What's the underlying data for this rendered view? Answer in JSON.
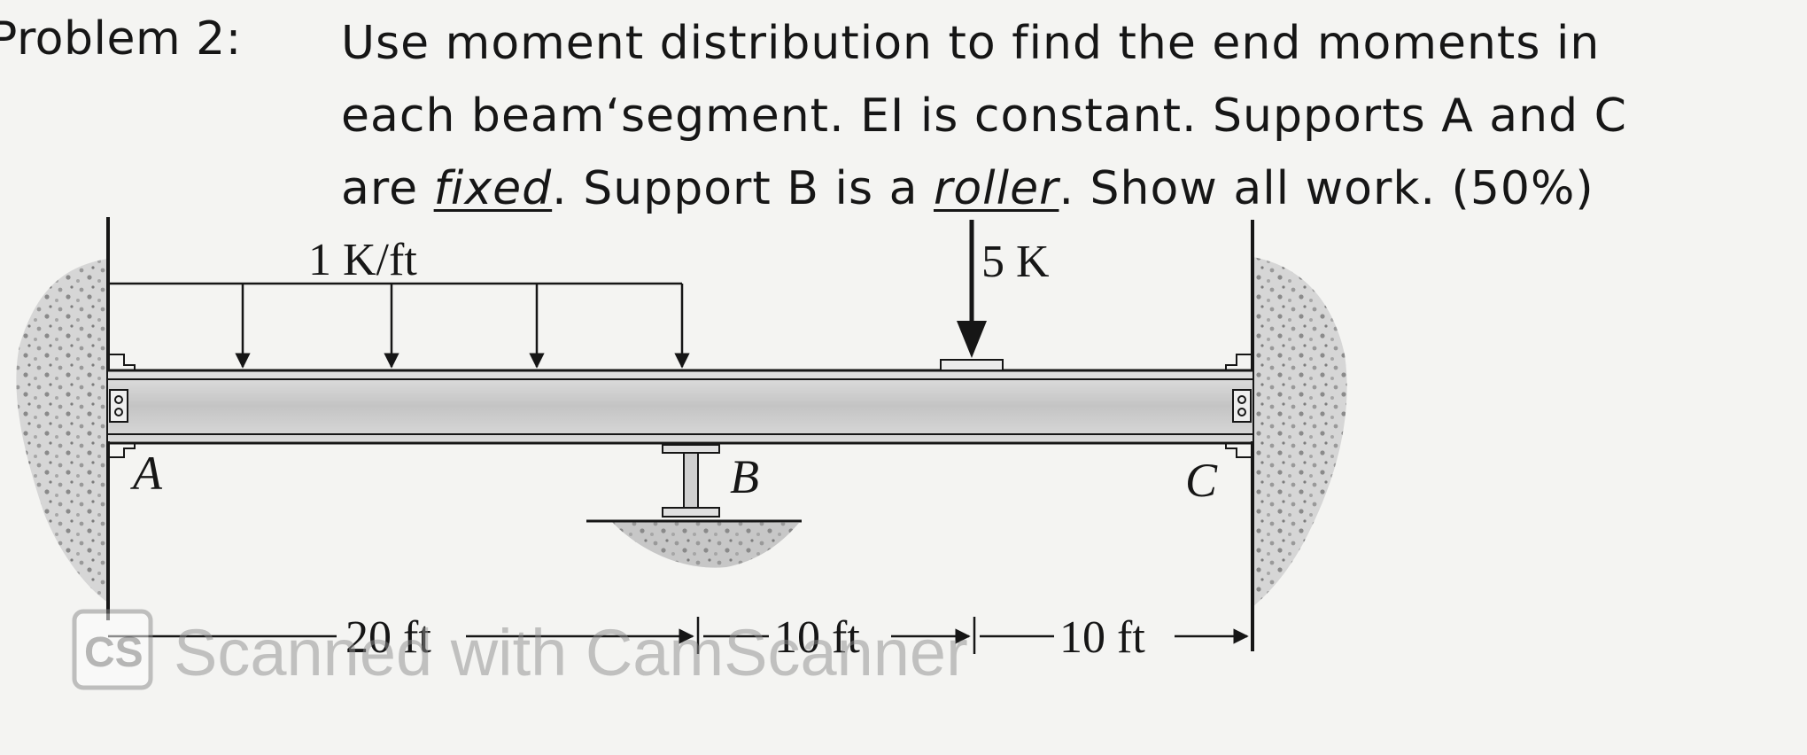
{
  "problem": {
    "label": "Problem 2:",
    "line1": "Use moment distribution to find the end moments in",
    "line2": "each beamʻsegment.  EI is constant.  Supports A and C",
    "line3_a": "are ",
    "line3_fixed": "fixed",
    "line3_b": ".  Support B is a ",
    "line3_roller": "roller",
    "line3_c": ".  Show all work.  (50%)"
  },
  "diagram": {
    "distributed_load_label": "1 K/ft",
    "point_load_label": "5 K",
    "support_a_label": "A",
    "support_b_label": "B",
    "support_c_label": "C",
    "dim_1": "20 ft",
    "dim_2": "10 ft",
    "dim_3": "10 ft",
    "colors": {
      "ink": "#161616",
      "beam_fill": "#c8c8c8",
      "ground": "#9a9a9a"
    }
  },
  "watermark": {
    "logo_text": "CS",
    "text": "Scanned with CamScanner"
  }
}
